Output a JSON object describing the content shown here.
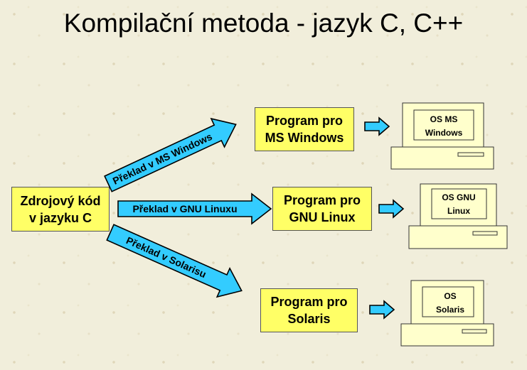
{
  "title": "Kompilační metoda - jazyk C, C++",
  "source_box": {
    "label": "Zdrojový kód\nv jazyku C"
  },
  "targets": [
    {
      "program_label": "Program pro\nMS Windows",
      "arrow_label": "Překlad v MS Windows",
      "os_label_line1": "OS MS",
      "os_label_line2": "Windows"
    },
    {
      "program_label": "Program pro\nGNU Linux",
      "arrow_label": "Překlad v GNU Linuxu",
      "os_label_line1": "OS GNU",
      "os_label_line2": "Linux"
    },
    {
      "program_label": "Program pro\nSolaris",
      "arrow_label": "Překlad v Solarisu",
      "os_label_line1": "OS",
      "os_label_line2": "Solaris"
    }
  ],
  "colors": {
    "box_fill": "#ffff66",
    "arrow_fill": "#33ccff",
    "computer_fill": "#ffffcc"
  }
}
